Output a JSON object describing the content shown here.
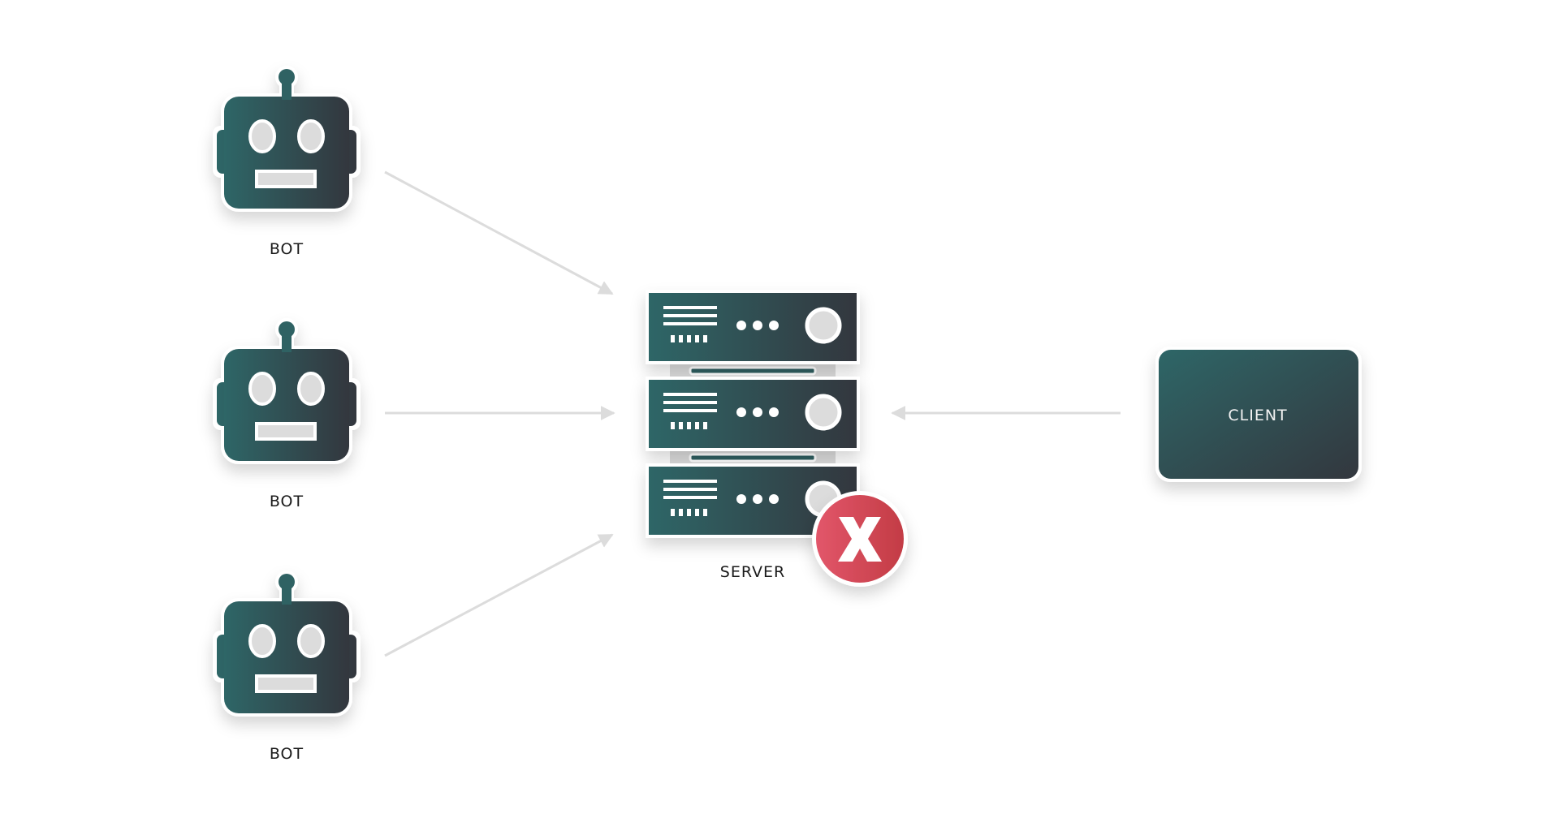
{
  "diagram": {
    "title": "Bots overwhelming server, client request blocked",
    "bots": [
      {
        "label": "BOT"
      },
      {
        "label": "BOT"
      },
      {
        "label": "BOT"
      }
    ],
    "server": {
      "label": "SERVER",
      "units": 3,
      "status": "down",
      "status_icon": "x-icon",
      "status_symbol": "x"
    },
    "client": {
      "label": "CLIENT"
    },
    "connections": [
      {
        "from": "bot-1",
        "to": "server"
      },
      {
        "from": "bot-2",
        "to": "server"
      },
      {
        "from": "bot-3",
        "to": "server"
      },
      {
        "from": "client",
        "to": "server"
      }
    ],
    "colors": {
      "node_gradient_start": "#2e6667",
      "node_gradient_end": "#33373e",
      "arrow": "#dcdcdc",
      "error_red": "#d9434f",
      "outline": "#ffffff"
    }
  }
}
